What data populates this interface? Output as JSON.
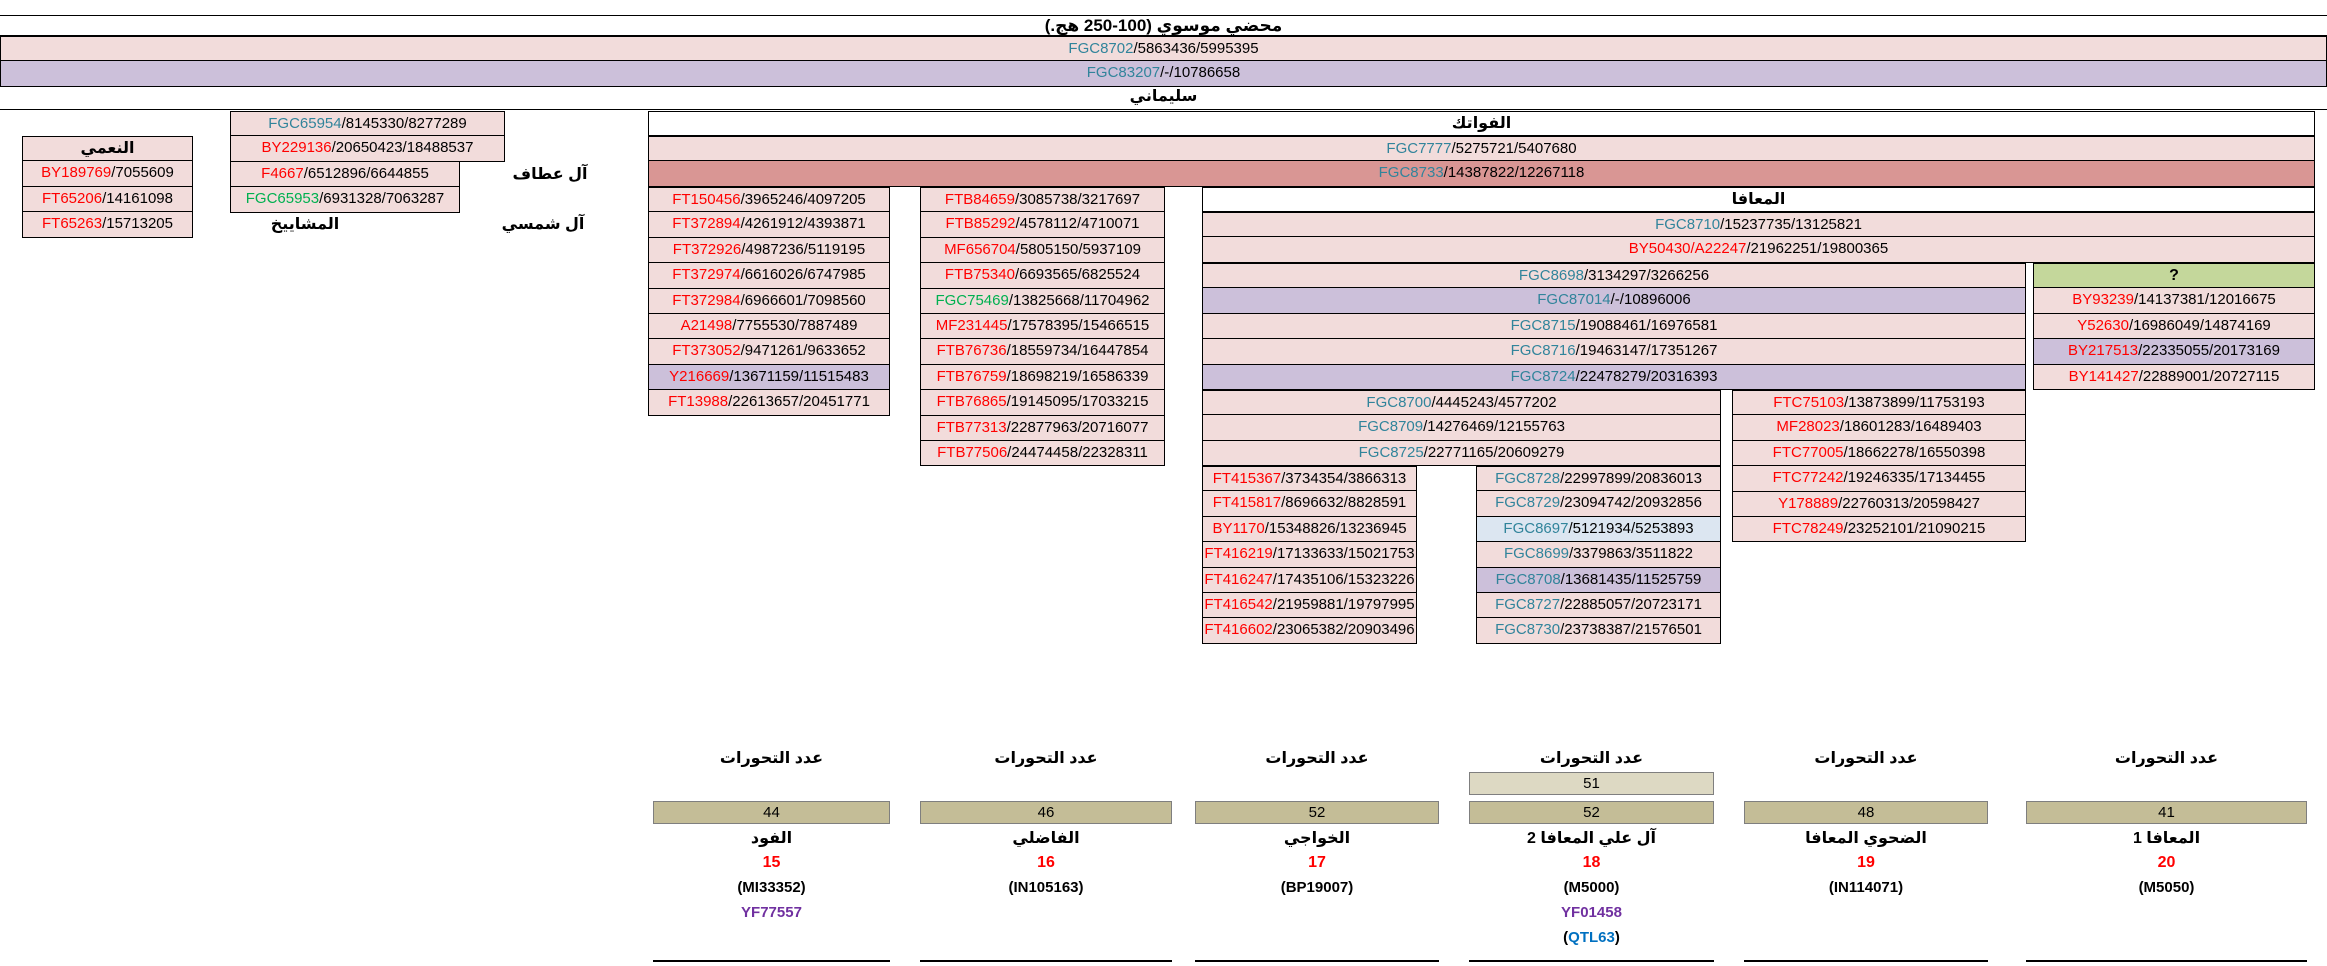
{
  "colors": {
    "cell_pink": "#f2dcdb",
    "cell_lavender": "#ccc0da",
    "cell_rose": "#d99694",
    "cell_green": "#c4d79b",
    "cell_blue": "#dce6f1",
    "badge_olive": "#c4bd97",
    "badge_light_olive": "#ddd9c3",
    "id_teal": "#31849b",
    "id_red": "#ff0000",
    "id_green": "#00b050",
    "id_purple": "#7030a0",
    "id_blue": "#0070c0"
  },
  "top": {
    "title": "محضي موسوي (100-250 هج.)",
    "sulaimani": "سليماني"
  },
  "labels": {
    "naami": "النعمي",
    "attaf": "آل عطاف",
    "mashayikh": "المشاييخ",
    "shamsi": "آل شمسي",
    "fawatik": "الفواتك",
    "maafa": "المعافا",
    "unknown": "?"
  },
  "groups": {
    "top_rows": [
      {
        "id": "FGC8702",
        "tail": "/5863436/5995395",
        "c": "teal",
        "bg": "pink"
      },
      {
        "id": "FGC83207",
        "tail": "/-/10786658",
        "c": "teal",
        "bg": "lav"
      }
    ],
    "naami_cells": [
      {
        "id": "BY189769",
        "tail": "/7055609",
        "c": "red",
        "bg": "pink"
      },
      {
        "id": "FT65206",
        "tail": "/14161098",
        "c": "red",
        "bg": "pink"
      },
      {
        "id": "FT65263",
        "tail": "/15713205",
        "c": "red",
        "bg": "pink"
      }
    ],
    "attaf_cells": [
      {
        "id": "FGC65954",
        "tail": "/8145330/8277289",
        "c": "teal",
        "bg": "pink"
      },
      {
        "id": "BY229136",
        "tail": "/20650423/18488537",
        "c": "red",
        "bg": "pink"
      },
      {
        "id": "F4667",
        "tail": "/6512896/6644855",
        "c": "red",
        "bg": "pink",
        "narrow": true
      },
      {
        "id": "FGC65953",
        "tail": "/6931328/7063287",
        "c": "green",
        "bg": "pink",
        "narrow": true
      }
    ],
    "fawatik_rows": [
      {
        "id": "FGC7777",
        "tail": "/5275721/5407680",
        "c": "teal",
        "bg": "pink"
      },
      {
        "id": "FGC8733",
        "tail": "/14387822/12267118",
        "c": "teal",
        "bg": "rose"
      }
    ],
    "colA": [
      {
        "id": "FT150456",
        "tail": "/3965246/4097205",
        "c": "red",
        "bg": "pink"
      },
      {
        "id": "FT372894",
        "tail": "/4261912/4393871",
        "c": "red",
        "bg": "pink"
      },
      {
        "id": "FT372926",
        "tail": "/4987236/5119195",
        "c": "red",
        "bg": "pink"
      },
      {
        "id": "FT372974",
        "tail": "/6616026/6747985",
        "c": "red",
        "bg": "pink"
      },
      {
        "id": "FT372984",
        "tail": "/6966601/7098560",
        "c": "red",
        "bg": "pink"
      },
      {
        "id": "A21498",
        "tail": "/7755530/7887489",
        "c": "red",
        "bg": "pink"
      },
      {
        "id": "FT373052",
        "tail": "/9471261/9633652",
        "c": "red",
        "bg": "pink"
      },
      {
        "id": "Y216669",
        "tail": "/13671159/11515483",
        "c": "red",
        "bg": "lav"
      },
      {
        "id": "FT13988",
        "tail": "/22613657/20451771",
        "c": "red",
        "bg": "pink"
      }
    ],
    "colB": [
      {
        "id": "FTB84659",
        "tail": "/3085738/3217697",
        "c": "red",
        "bg": "pink"
      },
      {
        "id": "FTB85292",
        "tail": "/4578112/4710071",
        "c": "red",
        "bg": "pink"
      },
      {
        "id": "MF656704",
        "tail": "/5805150/5937109",
        "c": "red",
        "bg": "pink"
      },
      {
        "id": "FTB75340",
        "tail": "/6693565/6825524",
        "c": "red",
        "bg": "pink"
      },
      {
        "id": "FGC75469",
        "tail": "/13825668/11704962",
        "c": "green",
        "bg": "pink"
      },
      {
        "id": "MF231445",
        "tail": "/17578395/15466515",
        "c": "red",
        "bg": "pink"
      },
      {
        "id": "FTB76736",
        "tail": "/18559734/16447854",
        "c": "red",
        "bg": "pink"
      },
      {
        "id": "FTB76759",
        "tail": "/18698219/16586339",
        "c": "red",
        "bg": "pink"
      },
      {
        "id": "FTB76865",
        "tail": "/19145095/17033215",
        "c": "red",
        "bg": "pink"
      },
      {
        "id": "FTB77313",
        "tail": "/22877963/20716077",
        "c": "red",
        "bg": "pink"
      },
      {
        "id": "FTB77506",
        "tail": "/24474458/22328311",
        "c": "red",
        "bg": "pink"
      }
    ],
    "maafa_wide": [
      {
        "id": "FGC8710",
        "tail": "/15237735/13125821",
        "c": "teal",
        "bg": "pink"
      },
      {
        "id": "BY50430/A22247",
        "tail": "/21962251/19800365",
        "c": "red",
        "bg": "pink"
      }
    ],
    "maafa_mid": [
      {
        "id": "FGC8698",
        "tail": "/3134297/3266256",
        "c": "teal",
        "bg": "pink"
      },
      {
        "id": "FGC87014",
        "tail": "/-/10896006",
        "c": "teal",
        "bg": "lav"
      },
      {
        "id": "FGC8715",
        "tail": "/19088461/16976581",
        "c": "teal",
        "bg": "pink"
      },
      {
        "id": "FGC8716",
        "tail": "/19463147/17351267",
        "c": "teal",
        "bg": "pink"
      },
      {
        "id": "FGC8724",
        "tail": "/22478279/20316393",
        "c": "teal",
        "bg": "lav"
      }
    ],
    "q_cells": [
      {
        "id": "BY93239",
        "tail": "/14137381/12016675",
        "c": "red",
        "bg": "pink"
      },
      {
        "id": "Y52630",
        "tail": "/16986049/14874169",
        "c": "red",
        "bg": "pink"
      },
      {
        "id": "BY217513",
        "tail": "/22335055/20173169",
        "c": "red",
        "bg": "lav"
      },
      {
        "id": "BY141427",
        "tail": "/22889001/20727115",
        "c": "red",
        "bg": "pink"
      }
    ],
    "maafa_sub": [
      {
        "id": "FGC8700",
        "tail": "/4445243/4577202",
        "c": "teal",
        "bg": "pink"
      },
      {
        "id": "FGC8709",
        "tail": "/14276469/12155763",
        "c": "teal",
        "bg": "pink"
      },
      {
        "id": "FGC8725",
        "tail": "/22771165/20609279",
        "c": "teal",
        "bg": "pink"
      }
    ],
    "ftc_col": [
      {
        "id": "FTC75103",
        "tail": "/13873899/11753193",
        "c": "red",
        "bg": "pink"
      },
      {
        "id": "MF28023",
        "tail": "/18601283/16489403",
        "c": "red",
        "bg": "pink"
      },
      {
        "id": "FTC77005",
        "tail": "/18662278/16550398",
        "c": "red",
        "bg": "pink"
      },
      {
        "id": "FTC77242",
        "tail": "/19246335/17134455",
        "c": "red",
        "bg": "pink"
      },
      {
        "id": "Y178889",
        "tail": "/22760313/20598427",
        "c": "red",
        "bg": "pink"
      },
      {
        "id": "FTC78249",
        "tail": "/23252101/21090215",
        "c": "red",
        "bg": "pink"
      }
    ],
    "ft4_col": [
      {
        "id": "FT415367",
        "tail": "/3734354/3866313",
        "c": "red",
        "bg": "pink"
      },
      {
        "id": "FT415817",
        "tail": "/8696632/8828591",
        "c": "red",
        "bg": "pink"
      },
      {
        "id": "BY1170",
        "tail": "/15348826/13236945",
        "c": "red",
        "bg": "pink"
      },
      {
        "id": "FT416219",
        "tail": "/17133633/15021753",
        "c": "red",
        "bg": "pink"
      },
      {
        "id": "FT416247",
        "tail": "/17435106/15323226",
        "c": "red",
        "bg": "pink"
      },
      {
        "id": "FT416542",
        "tail": "/21959881/19797995",
        "c": "red",
        "bg": "pink"
      },
      {
        "id": "FT416602",
        "tail": "/23065382/20903496",
        "c": "red",
        "bg": "pink"
      }
    ],
    "fgc87_col": [
      {
        "id": "FGC8728",
        "tail": "/22997899/20836013",
        "c": "teal",
        "bg": "pink"
      },
      {
        "id": "FGC8729",
        "tail": "/23094742/20932856",
        "c": "teal",
        "bg": "pink"
      },
      {
        "id": "FGC8697",
        "tail": "/5121934/5253893",
        "c": "teal",
        "bg": "blue"
      },
      {
        "id": "FGC8699",
        "tail": "/3379863/3511822",
        "c": "teal",
        "bg": "pink"
      },
      {
        "id": "FGC8708",
        "tail": "/13681435/11525759",
        "c": "teal",
        "bg": "lav"
      },
      {
        "id": "FGC8727",
        "tail": "/22885057/20723171",
        "c": "teal",
        "bg": "pink"
      },
      {
        "id": "FGC8730",
        "tail": "/23738387/21576501",
        "c": "teal",
        "bg": "pink"
      }
    ]
  },
  "bottom_groups": [
    {
      "label": "عدد التحورات",
      "badges": [
        {
          "value": "44",
          "slot": "lower"
        }
      ],
      "name": "الفود",
      "num": "15",
      "kit": "(MI33352)",
      "extras": [
        {
          "text": "YF77557",
          "color": "purple"
        }
      ]
    },
    {
      "label": "عدد التحورات",
      "badges": [
        {
          "value": "46",
          "slot": "lower"
        }
      ],
      "name": "الفاضلي",
      "num": "16",
      "kit": "(IN105163)",
      "extras": []
    },
    {
      "label": "عدد التحورات",
      "badges": [
        {
          "value": "52",
          "slot": "lower"
        }
      ],
      "name": "الخواجي",
      "num": "17",
      "kit": "(BP19007)",
      "extras": []
    },
    {
      "label": "عدد التحورات",
      "badges": [
        {
          "value": "51",
          "slot": "upper",
          "tone": "light"
        },
        {
          "value": "52",
          "slot": "lower"
        }
      ],
      "name": "آل علي المعافا 2",
      "num": "18",
      "kit": "(M5000)",
      "extras": [
        {
          "text": "YF01458",
          "color": "purple"
        },
        {
          "pre": "(",
          "text": "QTL63",
          "suf": ")",
          "color": "blue"
        }
      ]
    },
    {
      "label": "عدد التحورات",
      "badges": [
        {
          "value": "48",
          "slot": "lower"
        }
      ],
      "name": "الضحوي المعافا",
      "num": "19",
      "kit": "(IN114071)",
      "extras": []
    },
    {
      "label": "عدد التحورات",
      "badges": [
        {
          "value": "41",
          "slot": "lower"
        }
      ],
      "name": "المعافا 1",
      "num": "20",
      "kit": "(M5050)",
      "extras": []
    }
  ]
}
